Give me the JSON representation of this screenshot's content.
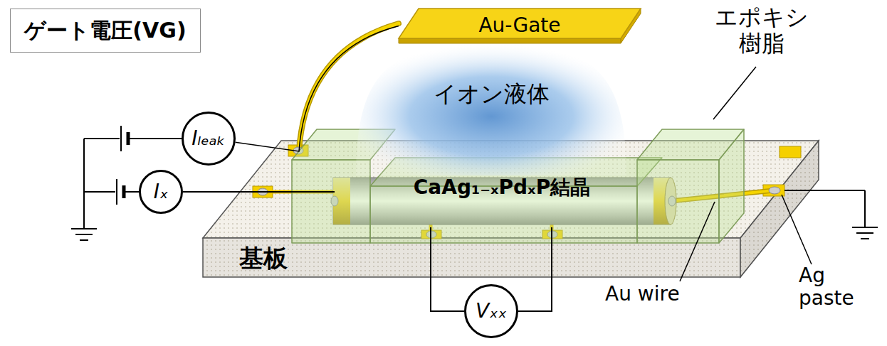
{
  "diagram": {
    "nodes": [
      {
        "text": [
          "ゲート電圧(VG)"
        ]
      },
      {
        "text": [
          "Au-Gate"
        ]
      },
      {
        "text": [
          "Iₗₑₐₖ"
        ]
      },
      {
        "text": [
          "イオン液体"
        ]
      },
      {
        "text": [
          "Iₓ"
        ]
      },
      {
        "text": [
          "CaAg₁₋ₓPdₓP結晶"
        ]
      },
      {
        "text": [
          "基板"
        ]
      },
      {
        "text": [
          "Vₓₓ"
        ]
      }
    ],
    "edges": [
      {
        "from": 2,
        "to": 1,
        "arrow": "none"
      },
      {
        "from": 4,
        "to": 5,
        "arrow": "none"
      },
      {
        "from": 7,
        "to": 5,
        "arrow": "none"
      },
      {
        "from": 7,
        "to": 5,
        "arrow": "none"
      }
    ],
    "labels": [
      "エポキシ 樹脂",
      "Au wire",
      "Ag paste"
    ]
  }
}
